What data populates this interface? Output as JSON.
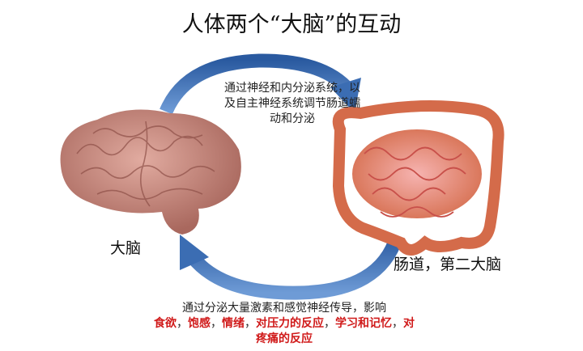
{
  "title": "人体两个“大脑”的互动",
  "top_text": [
    "通过神经和内分泌系统，以",
    "及自主神经系统调节肠道蠕",
    "动和分泌"
  ],
  "bottom_text": {
    "line1": "通过分泌大量激素和感觉神经传导，影响",
    "red_items": [
      "食欲",
      "饱感",
      "情绪",
      "对压力的反应",
      "学习和记忆",
      "对疼痛的反应"
    ],
    "sep": "，"
  },
  "labels": {
    "brain": "大脑",
    "gut": "肠道，第二大脑"
  },
  "colors": {
    "arrow": "#3b6db3",
    "red_text": "#d01a1a",
    "brain": "#c98c82",
    "gut": "#e8907f"
  }
}
